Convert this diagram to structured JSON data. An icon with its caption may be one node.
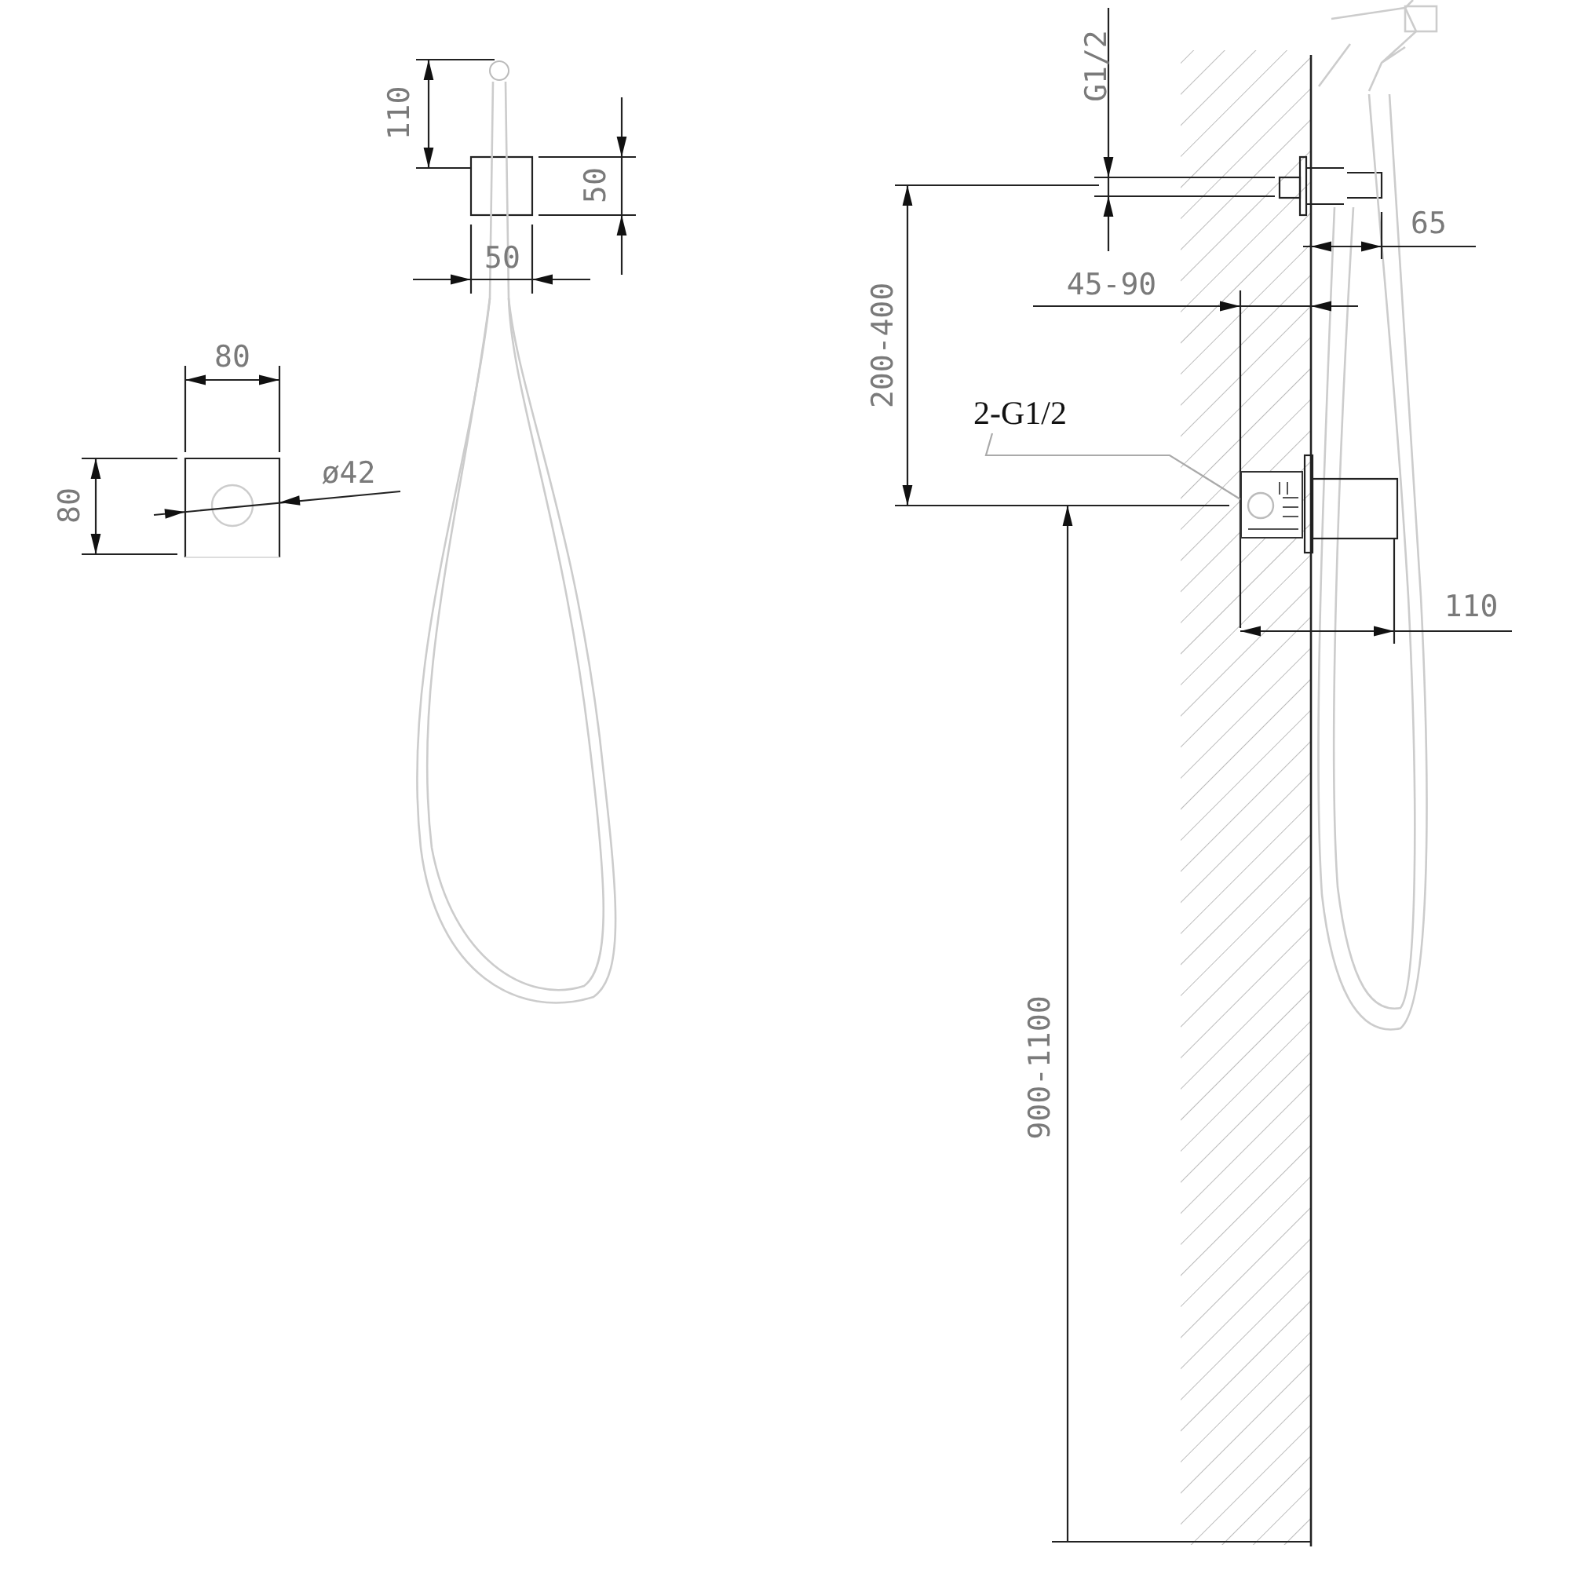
{
  "diagram": {
    "nodes": [
      {
        "text": [
          "2-G1/2"
        ]
      },
      {
        "text": [],
        "shape": "box"
      }
    ],
    "edges": [
      {
        "from": 0,
        "to": 1,
        "arrow": "none"
      }
    ],
    "labels": [
      "110",
      "50",
      "50",
      "80",
      "80",
      "ø42",
      "G1/2",
      "65",
      "45-90",
      "200-400",
      "110",
      "900-1100"
    ]
  }
}
